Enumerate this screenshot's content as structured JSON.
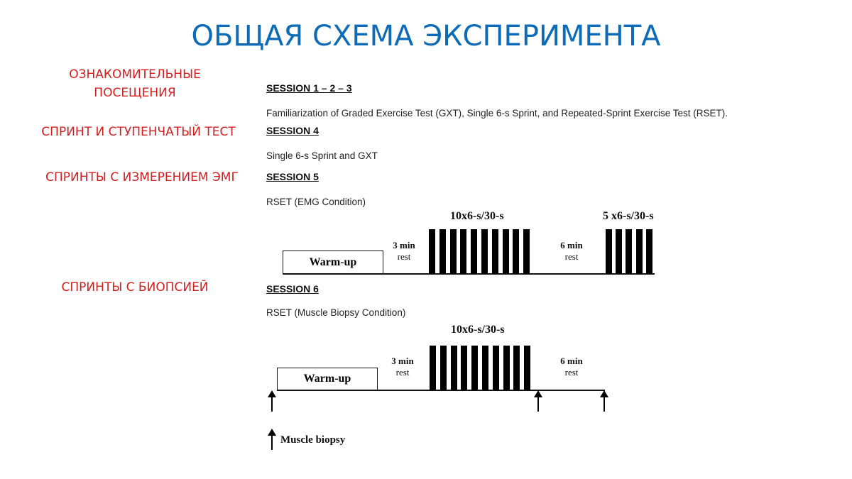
{
  "title": "ОБЩАЯ СХЕМА ЭКСПЕРИМЕНТА",
  "labels": [
    {
      "line1": "ОЗНАКОМИТЕЛЬНЫЕ",
      "line2": "ПОСЕЩЕНИЯ"
    },
    {
      "line1": "СПРИНТ И СТУПЕНЧАТЫЙ ТЕСТ"
    },
    {
      "line1": "СПРИНТЫ С ИЗМЕРЕНИЕМ ЭМГ"
    },
    {
      "line1": "СПРИНТЫ С БИОПСИЕЙ"
    }
  ],
  "sessions": [
    {
      "heading": "SESSION 1 – 2 – 3",
      "description": "Familiarization of Graded Exercise Test (GXT), Single 6-s Sprint, and Repeated-Sprint Exercise Test (RSET)."
    },
    {
      "heading": "SESSION 4",
      "description": "Single 6-s Sprint and GXT"
    },
    {
      "heading": "SESSION 5",
      "description": "RSET (EMG Condition)",
      "diagram": {
        "warmup": "Warm-up",
        "rest1_a": "3 min",
        "rest1_b": "rest",
        "set1": "10x6-s/30-s",
        "set1_count": 10,
        "rest2_a": "6 min",
        "rest2_b": "rest",
        "set2": "5 x6-s/30-s",
        "set2_count": 5
      }
    },
    {
      "heading": "SESSION 6",
      "description": "RSET (Muscle Biopsy Condition)",
      "diagram": {
        "warmup": "Warm-up",
        "rest1_a": "3 min",
        "rest1_b": "rest",
        "set1": "10x6-s/30-s",
        "set1_count": 10,
        "rest2_a": "6 min",
        "rest2_b": "rest",
        "biopsy_points": 3
      }
    }
  ],
  "legend": {
    "biopsy": "Muscle biopsy"
  },
  "colors": {
    "title": "#0b6bb8",
    "labels": "#d41e1e",
    "diagram": "#000000"
  }
}
